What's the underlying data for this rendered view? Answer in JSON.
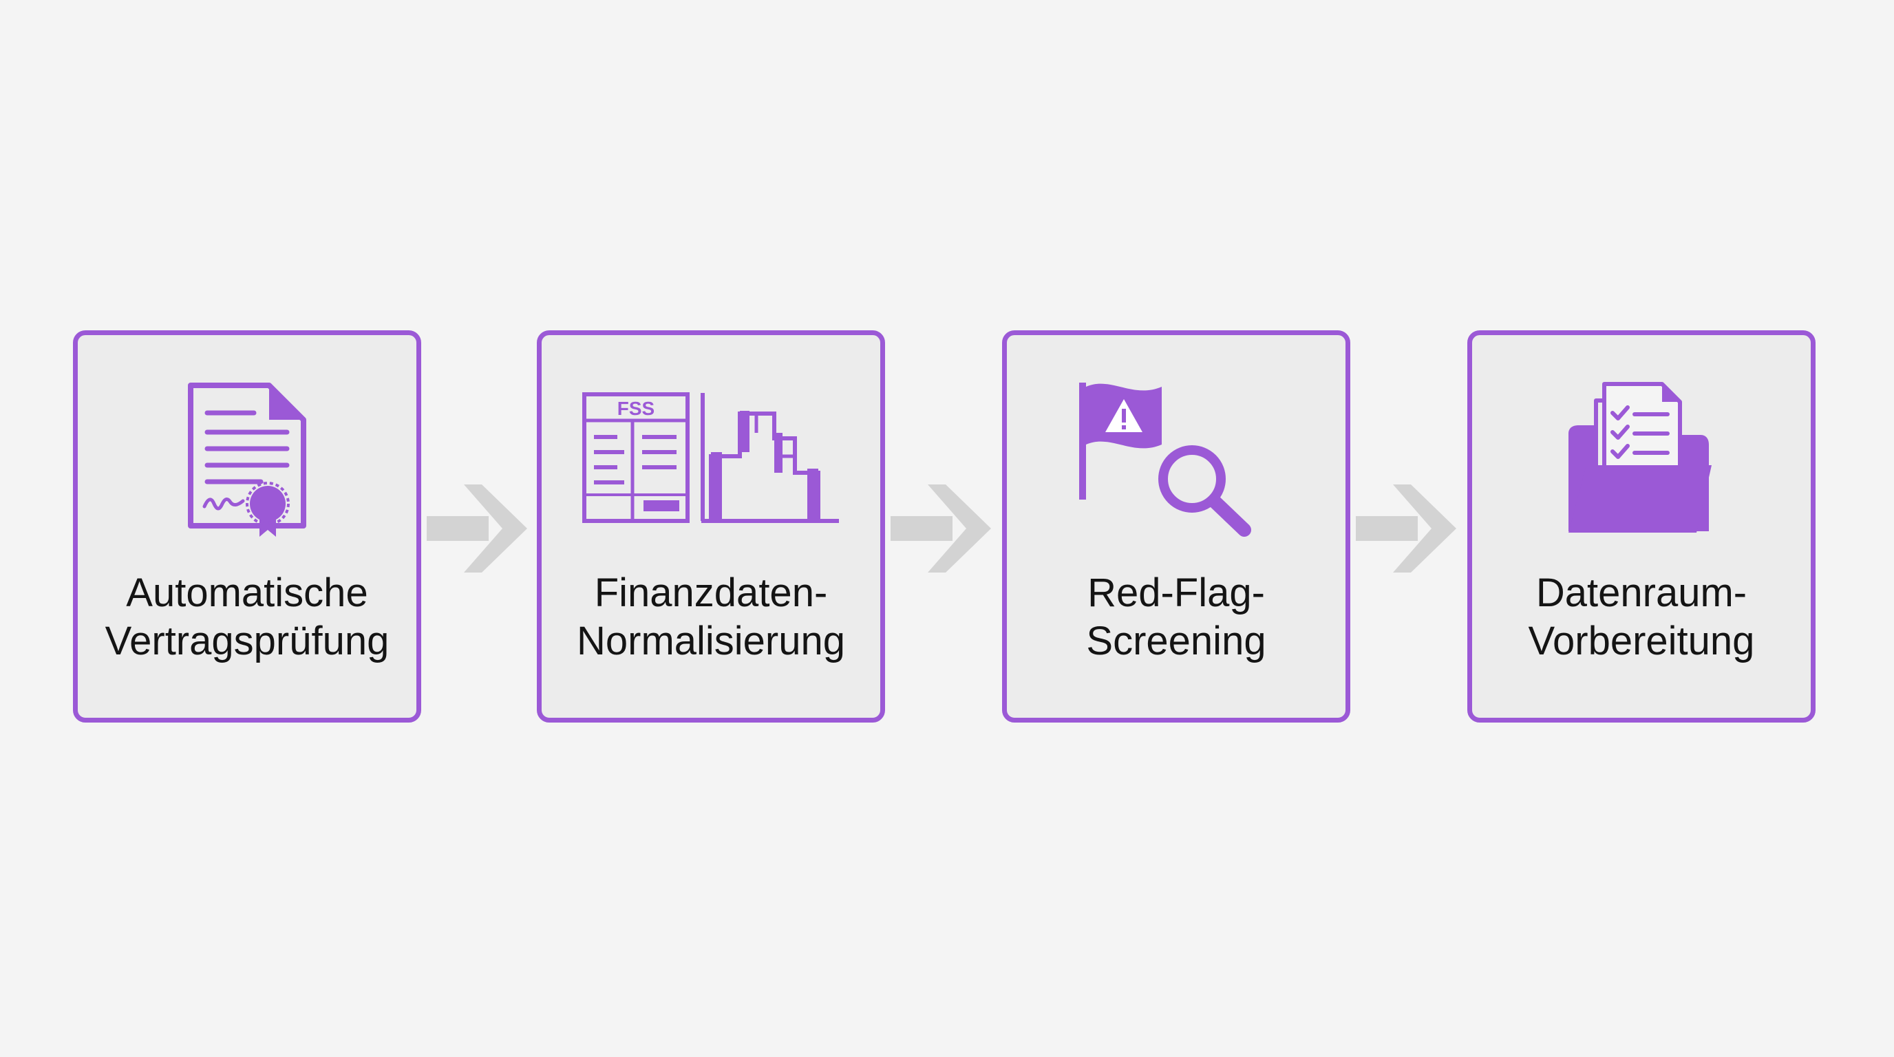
{
  "steps": [
    {
      "icon": "contract-certificate-icon",
      "line1": "Automatische",
      "line2": "Vertragsprüfung"
    },
    {
      "icon": "financial-statement-chart-icon",
      "badge": "FSS",
      "line1": "Finanzdaten-",
      "line2": "Normalisierung"
    },
    {
      "icon": "warning-flag-search-icon",
      "line1": "Red-Flag-",
      "line2": "Screening"
    },
    {
      "icon": "folder-checklist-icon",
      "line1": "Datenraum-",
      "line2": "Vorbereitung"
    }
  ],
  "colors": {
    "accent": "#9b59d6",
    "box_fill": "#ececec",
    "arrow": "#d3d3d3",
    "background": "#f4f4f4",
    "text": "#141414"
  }
}
